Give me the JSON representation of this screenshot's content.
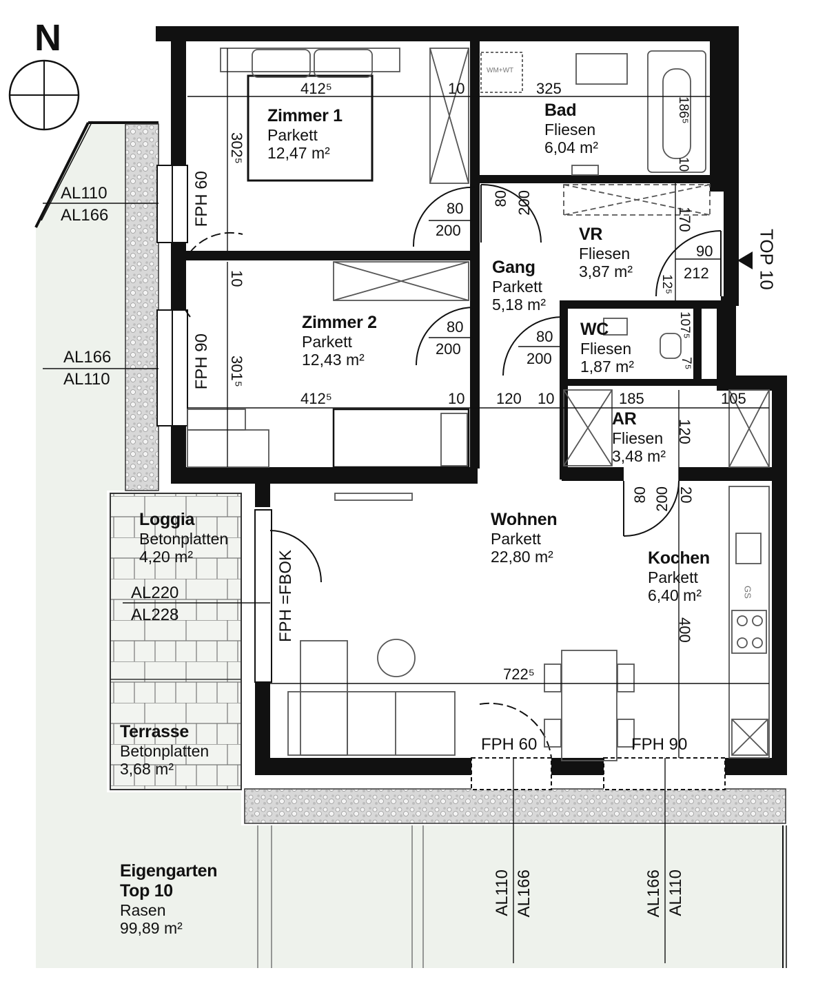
{
  "compass": {
    "north": "N"
  },
  "rooms": {
    "zimmer1": {
      "name": "Zimmer 1",
      "floor": "Parkett",
      "area": "12,47 m²"
    },
    "bad": {
      "name": "Bad",
      "floor": "Fliesen",
      "area": "6,04 m²"
    },
    "vr": {
      "name": "VR",
      "floor": "Fliesen",
      "area": "3,87 m²"
    },
    "gang": {
      "name": "Gang",
      "floor": "Parkett",
      "area": "5,18 m²"
    },
    "zimmer2": {
      "name": "Zimmer 2",
      "floor": "Parkett",
      "area": "12,43 m²"
    },
    "wc": {
      "name": "WC",
      "floor": "Fliesen",
      "area": "1,87 m²"
    },
    "ar": {
      "name": "AR",
      "floor": "Fliesen",
      "area": "3,48 m²"
    },
    "wohnen": {
      "name": "Wohnen",
      "floor": "Parkett",
      "area": "22,80 m²"
    },
    "kochen": {
      "name": "Kochen",
      "floor": "Parkett",
      "area": "6,40 m²"
    },
    "loggia": {
      "name": "Loggia",
      "floor": "Betonplatten",
      "area": "4,20 m²"
    },
    "terrasse": {
      "name": "Terrasse",
      "floor": "Betonplatten",
      "area": "3,68 m²"
    },
    "garten": {
      "name": "Eigengarten",
      "name2": "Top 10",
      "floor": "Rasen",
      "area": "99,89 m²"
    }
  },
  "dimensions": {
    "z1_width": "412⁵",
    "z1_wall": "10",
    "bad_width": "325",
    "z1_depth": "302⁵",
    "bath_len": "186⁵",
    "bath_gap": "10",
    "door_z1_w": "80",
    "door_z1_h": "200",
    "door_bad_w": "80",
    "door_bad_h": "200",
    "vr_dim": "170",
    "door_top_w": "90",
    "door_top_h": "212",
    "vr_wall": "12⁵",
    "z2_wall": "10",
    "door_z2_w": "80",
    "door_z2_h": "200",
    "z2_depth": "301⁵",
    "door_wc_w": "80",
    "door_wc_h": "200",
    "wc_dim": "107⁵",
    "wc_gap": "7⁵",
    "z2_width": "412⁵",
    "z2_wall2": "10",
    "gang_w": "120",
    "gang_wall": "10",
    "ar_w": "185",
    "ar_end": "105",
    "ar_depth": "120",
    "door_ar_w": "80",
    "door_ar_h": "200",
    "ar_wall": "20",
    "kochen_len": "400",
    "wohnen_width": "722⁵"
  },
  "tags": {
    "fph_top": "FPH 60",
    "fph_mid": "FPH 90",
    "fph_fbok": "FPH =FBOK",
    "fph_s1": "FPH 60",
    "fph_s2": "FPH 90",
    "al_a1": "AL110",
    "al_a2": "AL166",
    "al_b1": "AL166",
    "al_b2": "AL110",
    "al_c1": "AL220",
    "al_c2": "AL228",
    "al_d1": "AL110",
    "al_d2": "AL166",
    "al_e1": "AL166",
    "al_e2": "AL110",
    "top10": "TOP 10",
    "wmwt": "WM+WT",
    "gs": "GS"
  },
  "colors": {
    "wall": "#111111",
    "garden": "#eef2ec",
    "paving": "#c9c9c9",
    "furniture": "#555555"
  }
}
